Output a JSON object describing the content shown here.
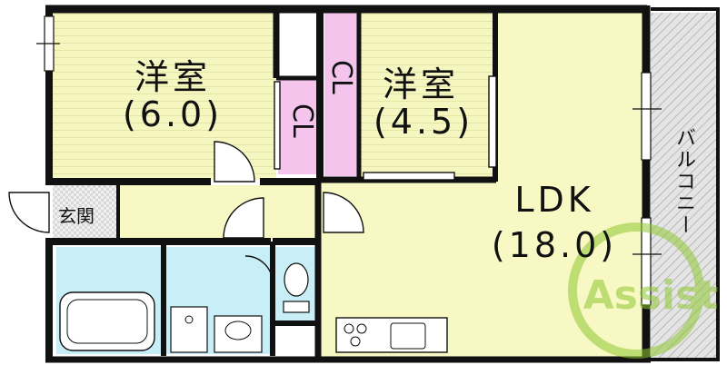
{
  "rooms": {
    "western1": {
      "name": "洋室",
      "size": "(6.0)"
    },
    "western2": {
      "name": "洋室",
      "size": "(4.5)"
    },
    "ldk": {
      "name": "LDK",
      "size": "(18.0)"
    },
    "entrance": {
      "name": "玄関"
    },
    "balcony": {
      "name": "バルコニー"
    }
  },
  "closets": {
    "closet1": "CL",
    "closet2": "CL"
  },
  "watermark": "Assist",
  "colors": {
    "western_room": "#f6f6c0",
    "ldk": "#f8f8c4",
    "wet_area": "#c8eef8",
    "closet": "#f4c4ec",
    "balcony": "#e0e0e0",
    "wall": "#111111",
    "watermark": "#8ec832"
  }
}
